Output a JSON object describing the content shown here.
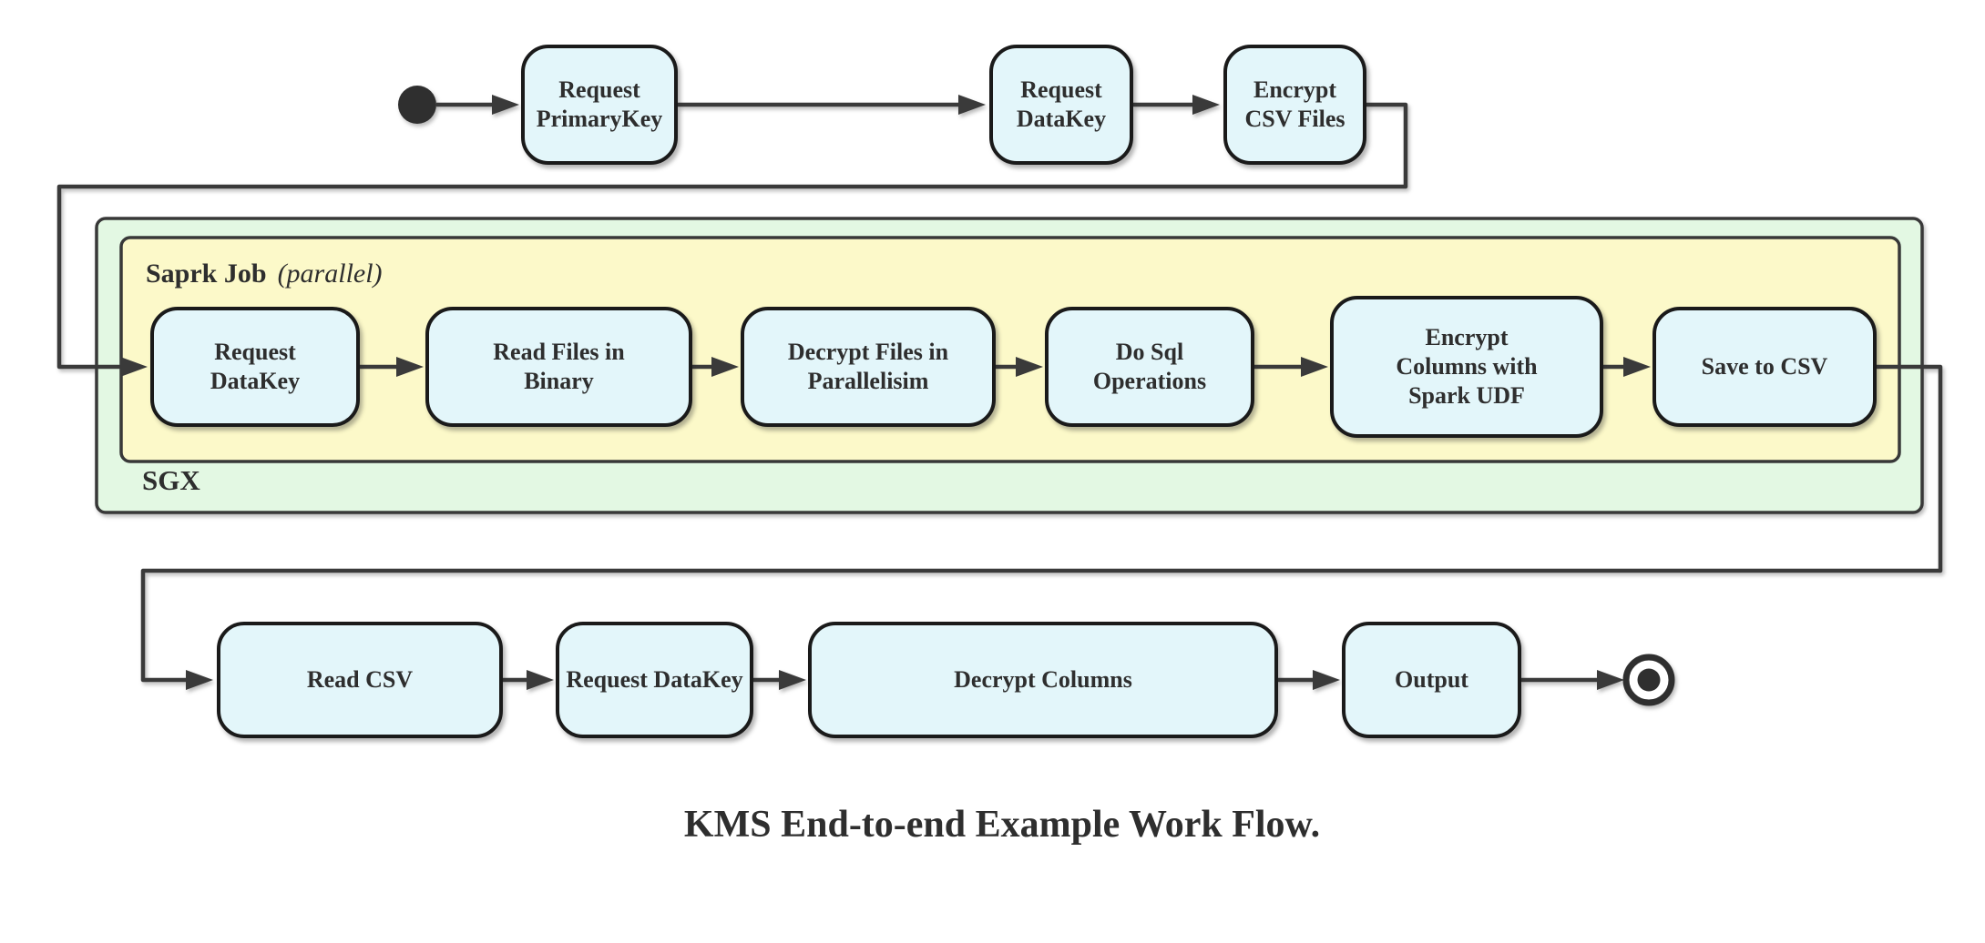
{
  "caption": "KMS End-to-end Example Work Flow.",
  "colors": {
    "node_fill": "#e3f6fa",
    "node_border": "#1a1a1a",
    "spark_container_fill": "#fcf9c9",
    "sgx_container_fill": "#e3f8e3",
    "container_border": "#383838",
    "edge": "#3a3a3a",
    "terminal": "#2f2f2f",
    "text": "#2e2e2e"
  },
  "containers": {
    "sgx": {
      "label": "SGX"
    },
    "spark": {
      "label_bold": "Saprk Job",
      "label_detail": "(parallel)"
    }
  },
  "nodes": {
    "top": [
      {
        "label": "Request PrimaryKey"
      },
      {
        "label": "Request DataKey"
      },
      {
        "label": "Encrypt CSV Files"
      }
    ],
    "spark": [
      {
        "label": "Request DataKey"
      },
      {
        "label": "Read Files in Binary"
      },
      {
        "label": "Decrypt Files in Parallelisim"
      },
      {
        "label": "Do Sql Operations"
      },
      {
        "label": "Encrypt Columns with Spark UDF"
      },
      {
        "label": "Save to CSV"
      }
    ],
    "bottom": [
      {
        "label": "Read CSV"
      },
      {
        "label": "Request DataKey"
      },
      {
        "label": "Decrypt Columns"
      },
      {
        "label": "Output"
      }
    ]
  }
}
